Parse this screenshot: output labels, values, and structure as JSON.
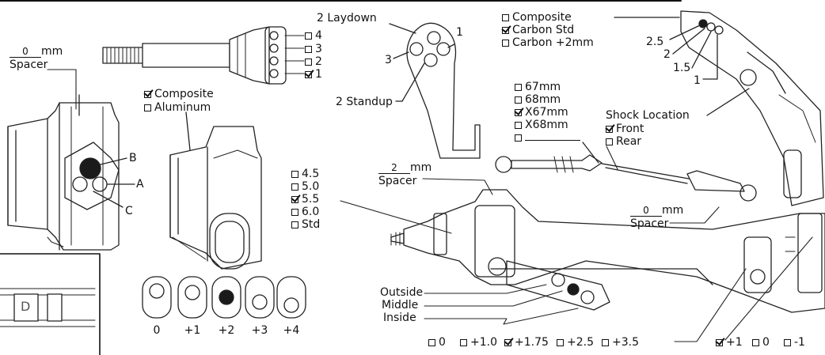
{
  "top_spacer": {
    "value": "0",
    "unit": "mm",
    "name": "Spacer"
  },
  "axle_positions": [
    "4",
    "3",
    "2",
    "1"
  ],
  "axle_checked": "1",
  "hub_points": {
    "a": "A",
    "b": "B",
    "c": "C"
  },
  "hub_material": [
    {
      "label": "Composite",
      "checked": true
    },
    {
      "label": "Aluminum",
      "checked": false
    }
  ],
  "slots": [
    "0",
    "+1",
    "+2",
    "+3",
    "+4"
  ],
  "slot_selected": "+2",
  "inset_letter": "D",
  "bellcrank": {
    "laydown": "2 Laydown",
    "standup": "2 Standup",
    "hole_right": "1",
    "hole_left": "3"
  },
  "tower_material": [
    {
      "label": "Composite",
      "checked": false
    },
    {
      "label": "Carbon Std",
      "checked": true
    },
    {
      "label": "Carbon +2mm",
      "checked": false
    }
  ],
  "tower_holes": [
    "2.5",
    "2",
    "1.5",
    "1"
  ],
  "shock_location": {
    "title": "Shock Location",
    "options": [
      {
        "label": "Front",
        "checked": true
      },
      {
        "label": "Rear",
        "checked": false
      }
    ]
  },
  "turnbuckle": [
    {
      "label": "67mm",
      "checked": false
    },
    {
      "label": "68mm",
      "checked": false
    },
    {
      "label": "X67mm",
      "checked": true
    },
    {
      "label": "X68mm",
      "checked": false
    },
    {
      "label": "",
      "checked": false
    }
  ],
  "mid_spacer": {
    "value": "2",
    "unit": "mm",
    "name": "Spacer"
  },
  "right_spacer": {
    "value": "0",
    "unit": "mm",
    "name": "Spacer"
  },
  "hub_height": [
    {
      "label": "4.5",
      "checked": false
    },
    {
      "label": "5.0",
      "checked": false
    },
    {
      "label": "5.5",
      "checked": true
    },
    {
      "label": "6.0",
      "checked": false
    },
    {
      "label": "Std",
      "checked": false
    }
  ],
  "arm_holes": [
    "Outside",
    "Middle",
    "Inside"
  ],
  "bottom_options": [
    {
      "label": "0",
      "checked": false
    },
    {
      "label": "+1.0",
      "checked": false
    },
    {
      "label": "+1.75",
      "checked": true
    },
    {
      "label": "+2.5",
      "checked": false
    },
    {
      "label": "+3.5",
      "checked": false
    }
  ],
  "bottom_right_options": [
    {
      "label": "+1",
      "checked": true
    },
    {
      "label": "0",
      "checked": false
    },
    {
      "label": "-1",
      "checked": false
    }
  ]
}
